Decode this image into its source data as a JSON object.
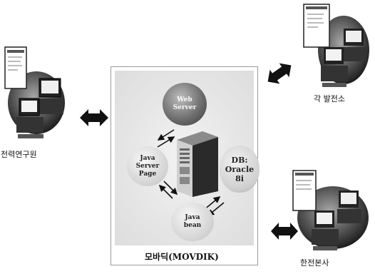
{
  "diagram": {
    "center": {
      "caption": "모바딕(MOVDIK)",
      "nodes": {
        "web_server": "Web\nServer",
        "jsp": "Java\nServer\nPage",
        "database": "DB:\nOracle 8i",
        "java_bean": "Java\nbean"
      }
    },
    "sites": {
      "left": "전력연구원",
      "top_right": "각 발전소",
      "bottom_right": "한전본사"
    }
  }
}
